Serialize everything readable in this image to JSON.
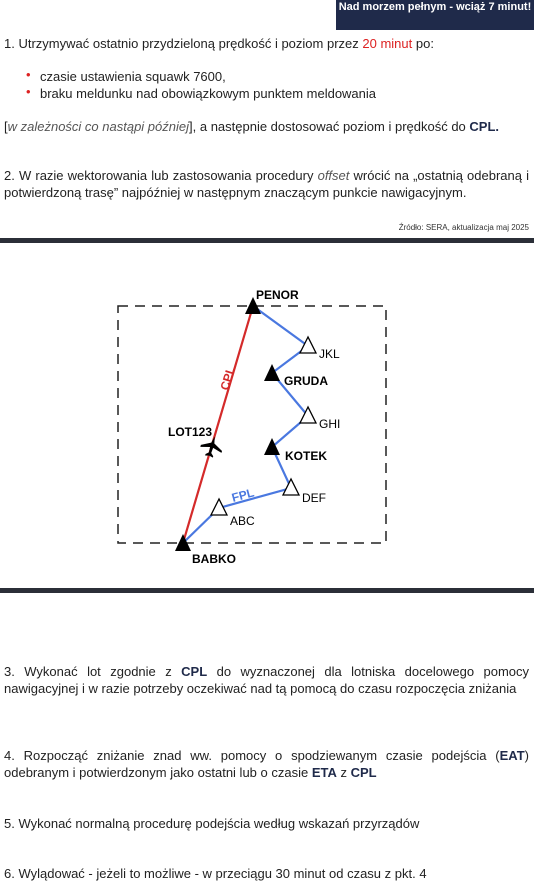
{
  "header": {
    "badge": "Nad morzem pełnym - wciąż 7 minut!"
  },
  "step1": {
    "prefix": "1. Utrzymywać ostatnio przydzieloną prędkość i poziom przez ",
    "highlight": "20 minut",
    "suffix": " po:",
    "bullets": [
      "czasie ustawienia squawk 7600,",
      "braku meldunku nad obowiązkowym punktem meldowania"
    ],
    "note_open": "[",
    "note_italic": "w zależności co nastąpi później",
    "note_close": "], a następnie dostosować poziom i prędkość do ",
    "note_bold": "CPL."
  },
  "step2": {
    "prefix": "2. W razie wektorowania lub zastosowania procedury ",
    "italic": "offset",
    "suffix": " wrócić na „ostatnią odebraną i potwierdzoną trasę” najpóźniej w następnym znaczącym punkcie nawigacyjnym."
  },
  "source": "Źródło: SERA, aktualizacja maj 2025",
  "diagram": {
    "points": {
      "penor": "PENOR",
      "jkl": "JKL",
      "gruda": "GRUDA",
      "ghi": "GHI",
      "kotek": "KOTEK",
      "def": "DEF",
      "abc": "ABC",
      "babko": "BABKO"
    },
    "aircraft": "LOT123",
    "route_cpl": "CPL",
    "route_fpl": "FPL",
    "colors": {
      "cpl": "#d42a2a",
      "fpl": "#4a78e0",
      "filled": "#000000"
    }
  },
  "step3": {
    "prefix": "3. Wykonać lot zgodnie z ",
    "bold": "CPL",
    "suffix": " do wyznaczonej dla lotniska docelowego pomocy nawigacyjnej i w razie potrzeby oczekiwać nad tą pomocą do czasu rozpoczęcia zniżania"
  },
  "step4": {
    "prefix": "4. Rozpocząć zniżanie znad ww. pomocy o spodziewanym czasie podejścia (",
    "bold1": "EAT",
    "middle": ") odebranym i potwierdzonym jako ostatni lub o czasie ",
    "bold2": "ETA",
    "z": " z ",
    "bold3": "CPL"
  },
  "step5": {
    "text": "5. Wykonać normalną procedurę podejścia według wskazań przyrządów"
  },
  "step6": {
    "text": "6. Wylądować - jeżeli to możliwe - w przeciągu 30 minut od czasu z pkt. 4"
  }
}
